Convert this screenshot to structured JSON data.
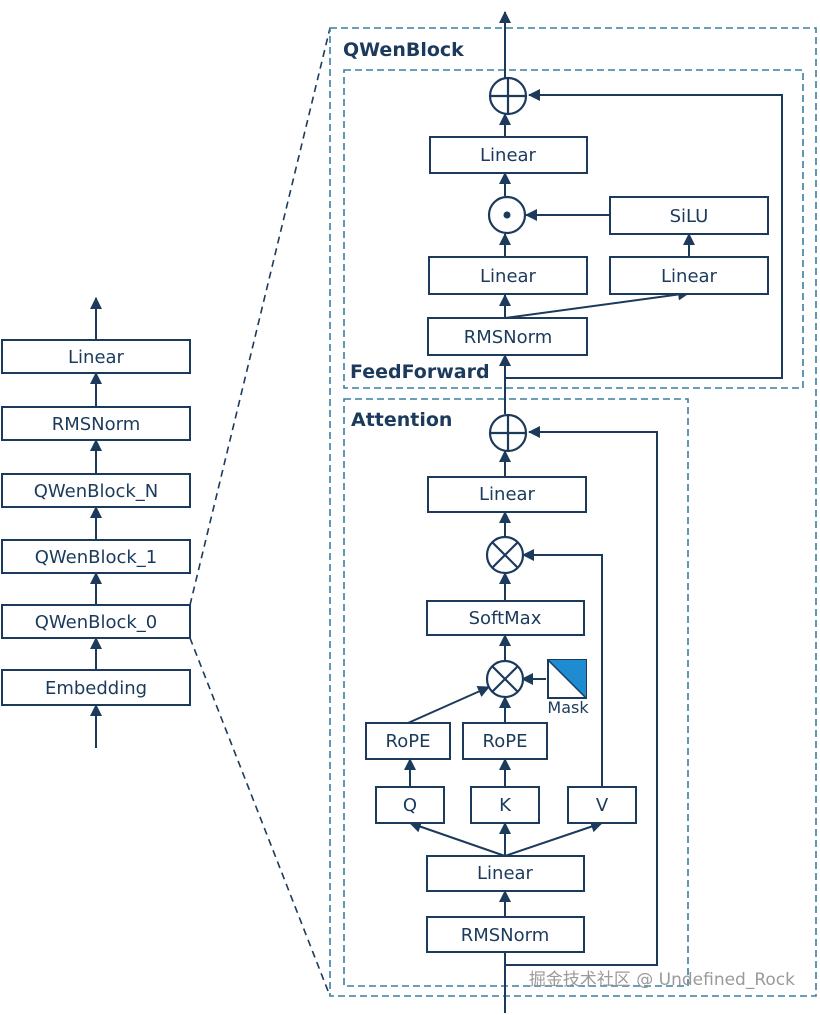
{
  "colors": {
    "stroke": "#1b3a5c",
    "text": "#1b3a5c",
    "dash": "#3a7fa0",
    "mask_fill": "#1f8bd0",
    "background": "#ffffff",
    "watermark": "#9a9a9a"
  },
  "left_stack": {
    "linear": "Linear",
    "rmsnorm": "RMSNorm",
    "block_n": "QWenBlock_N",
    "block_1": "QWenBlock_1",
    "block_0": "QWenBlock_0",
    "embedding": "Embedding"
  },
  "qwenblock": {
    "title": "QWenBlock",
    "feedforward": {
      "title": "FeedForward",
      "linear_top": "Linear",
      "silu": "SiLU",
      "linear_left": "Linear",
      "linear_right": "Linear",
      "rmsnorm": "RMSNorm",
      "add_op": "⊕",
      "mul_op": "·"
    },
    "attention": {
      "title": "Attention",
      "linear_out": "Linear",
      "softmax": "SoftMax",
      "rope_q": "RoPE",
      "rope_k": "RoPE",
      "q": "Q",
      "k": "K",
      "v": "V",
      "linear_in": "Linear",
      "rmsnorm": "RMSNorm",
      "mask": "Mask",
      "add_op": "⊕",
      "mul_op": "⊗"
    }
  },
  "watermark": "掘金技术社区 @ Undefined_Rock"
}
